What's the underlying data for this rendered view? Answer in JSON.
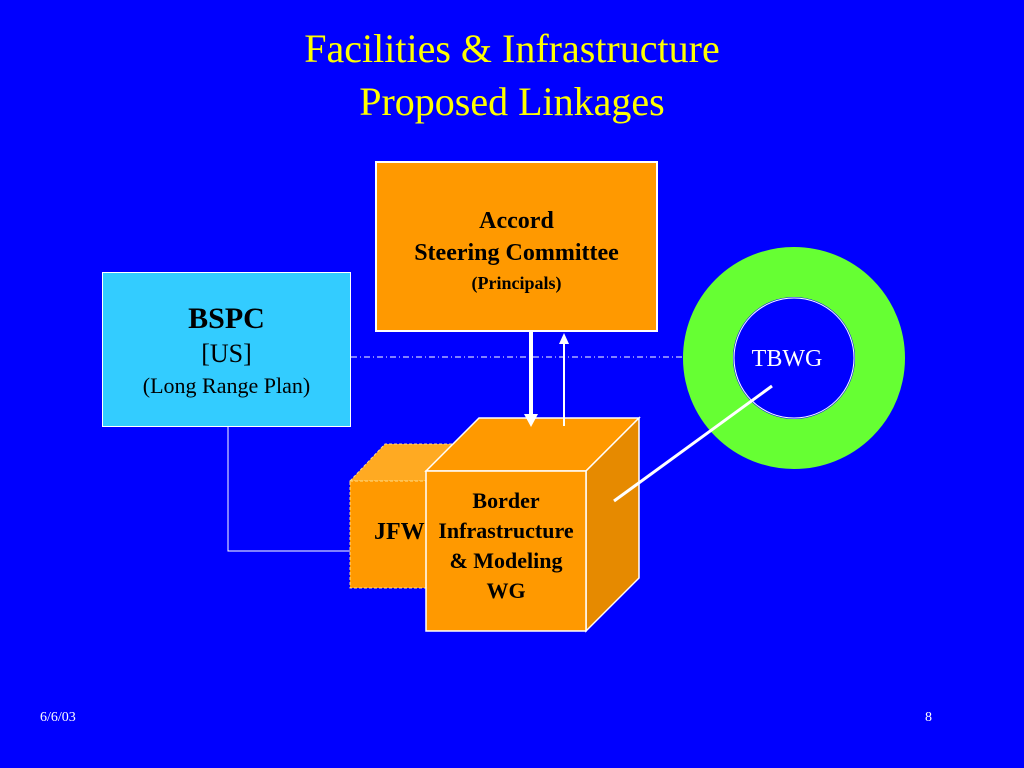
{
  "slide": {
    "title_line1": "Facilities & Infrastructure",
    "title_line2": "Proposed Linkages",
    "date": "6/6/03",
    "page_number": "8"
  },
  "nodes": {
    "accord": {
      "line1": "Accord",
      "line2": "Steering Committee",
      "line3": "(Principals)"
    },
    "bspc": {
      "line1": "BSPC",
      "line2": "[US]",
      "line3": "(Long Range Plan)"
    },
    "jfw": {
      "label": "JFW"
    },
    "bimwg": {
      "line1": "Border",
      "line2": "Infrastructure",
      "line3": "& Modeling",
      "line4": "WG"
    },
    "tbwg": {
      "label": "TBWG"
    }
  },
  "colors": {
    "background": "#0000FF",
    "title": "#FFFF00",
    "accord_fill": "#FF9900",
    "bspc_fill": "#33CCFF",
    "tbwg_ring": "#66FF33",
    "cube_front": "#FF9900",
    "cube_top": "#FFAA22",
    "cube_side": "#E68A00"
  }
}
